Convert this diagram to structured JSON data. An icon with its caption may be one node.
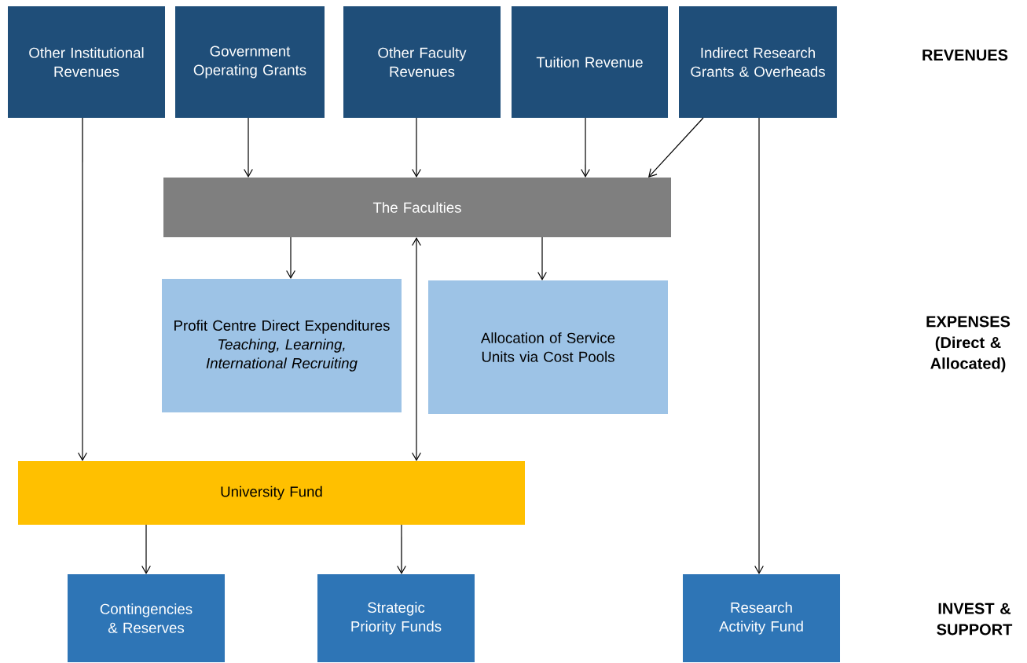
{
  "diagram": {
    "nodes": [
      {
        "text": [
          "Other Institutional Revenues"
        ]
      },
      {
        "text": [
          "Government Operating Grants"
        ]
      },
      {
        "text": [
          "Other Faculty Revenues"
        ]
      },
      {
        "text": [
          "Tuition Revenue"
        ]
      },
      {
        "text": [
          "Indirect Research Grants & Overheads"
        ]
      },
      {
        "text": [
          "The Faculties"
        ]
      },
      {
        "text": [
          "Profit Centre Direct Expenditures",
          "Teaching, Learning, International Recruiting"
        ]
      },
      {
        "text": [
          "Allocation of Service Units via Cost Pools"
        ]
      },
      {
        "text": [
          "University Fund"
        ]
      },
      {
        "text": [
          "Contingencies & Reserves"
        ]
      },
      {
        "text": [
          "Strategic Priority Funds"
        ]
      },
      {
        "text": [
          "Research Activity Fund"
        ]
      }
    ],
    "edges": [
      {
        "from": 0,
        "to": 8,
        "arrow": "to"
      },
      {
        "from": 1,
        "to": 5,
        "arrow": "to"
      },
      {
        "from": 2,
        "to": 5,
        "arrow": "to"
      },
      {
        "from": 3,
        "to": 5,
        "arrow": "to"
      },
      {
        "from": 4,
        "to": 5,
        "arrow": "to"
      },
      {
        "from": 4,
        "to": 11,
        "arrow": "to"
      },
      {
        "from": 5,
        "to": 6,
        "arrow": "to"
      },
      {
        "from": 5,
        "to": 7,
        "arrow": "to"
      },
      {
        "from": 5,
        "to": 8,
        "arrow": "both"
      },
      {
        "from": 8,
        "to": 9,
        "arrow": "to"
      },
      {
        "from": 8,
        "to": 10,
        "arrow": "to"
      }
    ],
    "labels": [
      "REVENUES",
      "EXPENSES (Direct & Allocated)",
      "INVEST & SUPPORT"
    ]
  }
}
